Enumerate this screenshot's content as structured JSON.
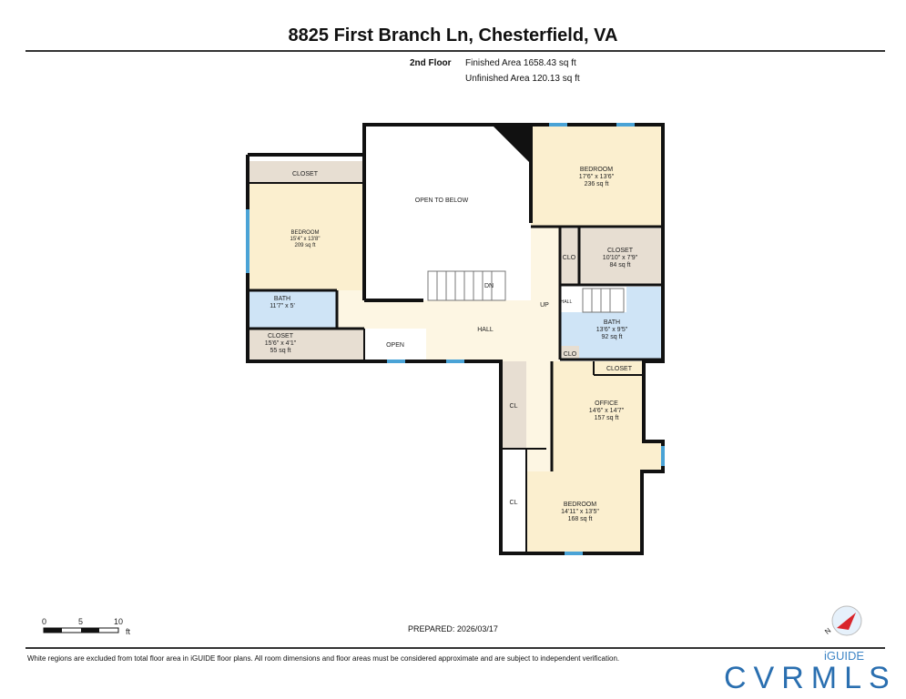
{
  "title": "8825 First Branch Ln, Chesterfield, VA",
  "floor": {
    "name": "2nd Floor",
    "finished": "Finished Area 1658.43 sq ft",
    "unfinished": "Unfinished Area 120.13 sq ft"
  },
  "rooms": {
    "closet_top_left": {
      "name": "CLOSET"
    },
    "bedroom_left": {
      "name": "BEDROOM",
      "dims": "15'4\" x 13'8\"",
      "area": "209 sq ft"
    },
    "bath_left": {
      "name": "BATH",
      "dims": "11'7\" x 5'"
    },
    "closet_left": {
      "name": "CLOSET",
      "dims": "15'6\" x 4'1\"",
      "area": "55 sq ft"
    },
    "open_below": {
      "name": "OPEN TO BELOW"
    },
    "open": {
      "name": "OPEN"
    },
    "dn": {
      "name": "DN"
    },
    "up": {
      "name": "UP"
    },
    "hall": {
      "name": "HALL"
    },
    "hall_small": {
      "name": "HALL"
    },
    "bedroom_top_right": {
      "name": "BEDROOM",
      "dims": "17'6\" x 13'6\"",
      "area": "236 sq ft"
    },
    "clo_1": {
      "name": "CLO"
    },
    "closet_right": {
      "name": "CLOSET",
      "dims": "10'10\" x 7'9\"",
      "area": "84 sq ft"
    },
    "bath_right": {
      "name": "BATH",
      "dims": "13'6\" x 9'5\"",
      "area": "92 sq ft"
    },
    "clo_2": {
      "name": "CLO"
    },
    "closet_office": {
      "name": "CLOSET"
    },
    "office": {
      "name": "OFFICE",
      "dims": "14'6\" x 14'7\"",
      "area": "157 sq ft"
    },
    "cl_1": {
      "name": "CL"
    },
    "cl_2": {
      "name": "CL"
    },
    "bedroom_bottom": {
      "name": "BEDROOM",
      "dims": "14'11\" x 13'5\"",
      "area": "168 sq ft"
    }
  },
  "scale": {
    "labels": [
      "0",
      "5",
      "10"
    ],
    "unit": "ft"
  },
  "compass": {
    "label": "N"
  },
  "prepared": "PREPARED: 2026/03/17",
  "disclaimer": "White regions are excluded from total floor area in iGUIDE floor plans. All room dimensions and floor areas must be considered approximate and are subject to independent verification.",
  "logo": {
    "brand": "CVRMLS",
    "sub": "iGUIDE"
  },
  "colors": {
    "room": "#fbefcf",
    "closet": "#e7ded2",
    "bath": "#cfe4f6",
    "hall": "#fdf6e3",
    "wall": "#111111",
    "window": "#4aa3d6"
  }
}
